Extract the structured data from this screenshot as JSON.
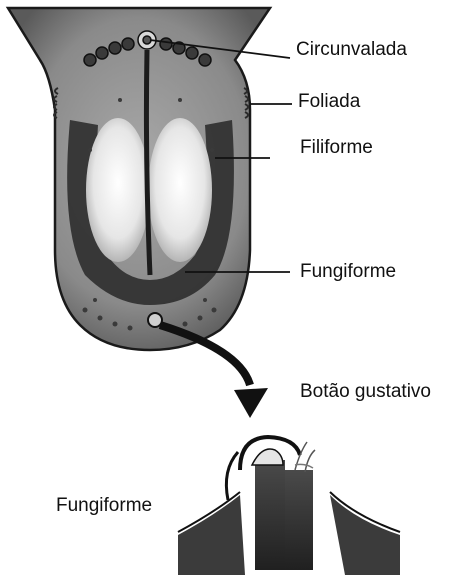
{
  "labels": {
    "circunvalada": "Circunvalada",
    "foliada": "Foliada",
    "filiforme": "Filiforme",
    "fungiforme_top": "Fungiforme",
    "botao_gustativo": "Botão gustativo",
    "fungiforme_bottom": "Fungiforme"
  },
  "colors": {
    "tongue_base": "#8f8f8f",
    "tongue_dark": "#2a2a2a",
    "groove_light": "#f2f2f2",
    "lines": "#111111"
  }
}
